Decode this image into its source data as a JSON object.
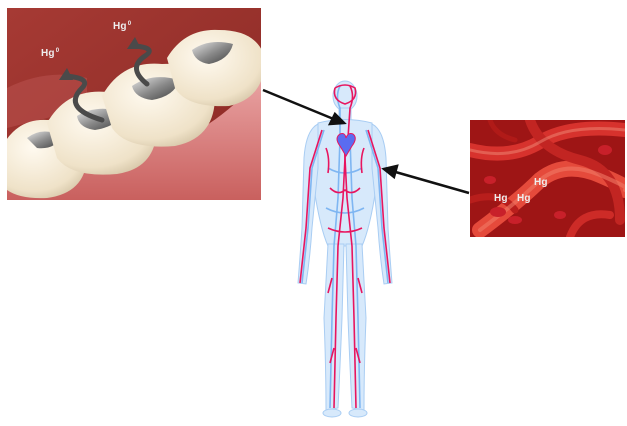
{
  "teeth_panel": {
    "labels": [
      {
        "element": "Hg",
        "superscript": "0"
      },
      {
        "element": "Hg",
        "superscript": "0"
      }
    ]
  },
  "blood_panel": {
    "labels": [
      "Hg",
      "Hg",
      "Hg"
    ]
  },
  "colors": {
    "arrow": "#111111",
    "artery": "#e8155f",
    "vein": "#7fb6f2",
    "heart": "#5a6cf0",
    "tissue": "#b91a1a",
    "gum": "#c9605e",
    "tooth": "#f4ead7",
    "amalgam": "#7b7b7b"
  }
}
